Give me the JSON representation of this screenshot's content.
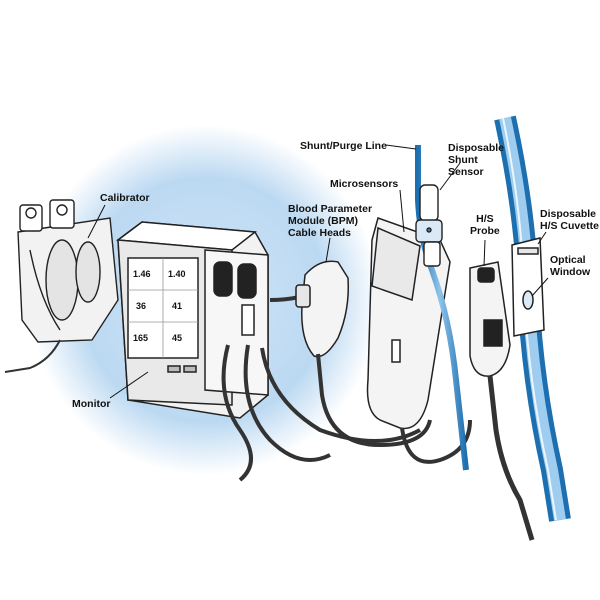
{
  "colors": {
    "halo": "#bcd9f2",
    "tube": "#2f86c9",
    "tube_light": "#8fc3ea",
    "device_fill": "#f2f2f2",
    "outline": "#222222",
    "cable": "#3a3a3a"
  },
  "labels": {
    "calibrator": "Calibrator",
    "monitor": "Monitor",
    "shunt_purge_line": "Shunt/Purge Line",
    "disposable_shunt_sensor": [
      "Disposable",
      "Shunt",
      "Sensor"
    ],
    "microsensors": "Microsensors",
    "bpm_cable_heads": [
      "Blood Parameter",
      "Module (BPM)",
      "Cable Heads"
    ],
    "hs_probe": [
      "H/S",
      "Probe"
    ],
    "disposable_hs_cuvette": [
      "Disposable",
      "H/S Cuvette"
    ],
    "optical_window": [
      "Optical",
      "Window"
    ]
  },
  "monitor_screen": {
    "readings": [
      "1.46",
      "1.40",
      "36",
      "41",
      "165",
      "45"
    ]
  }
}
